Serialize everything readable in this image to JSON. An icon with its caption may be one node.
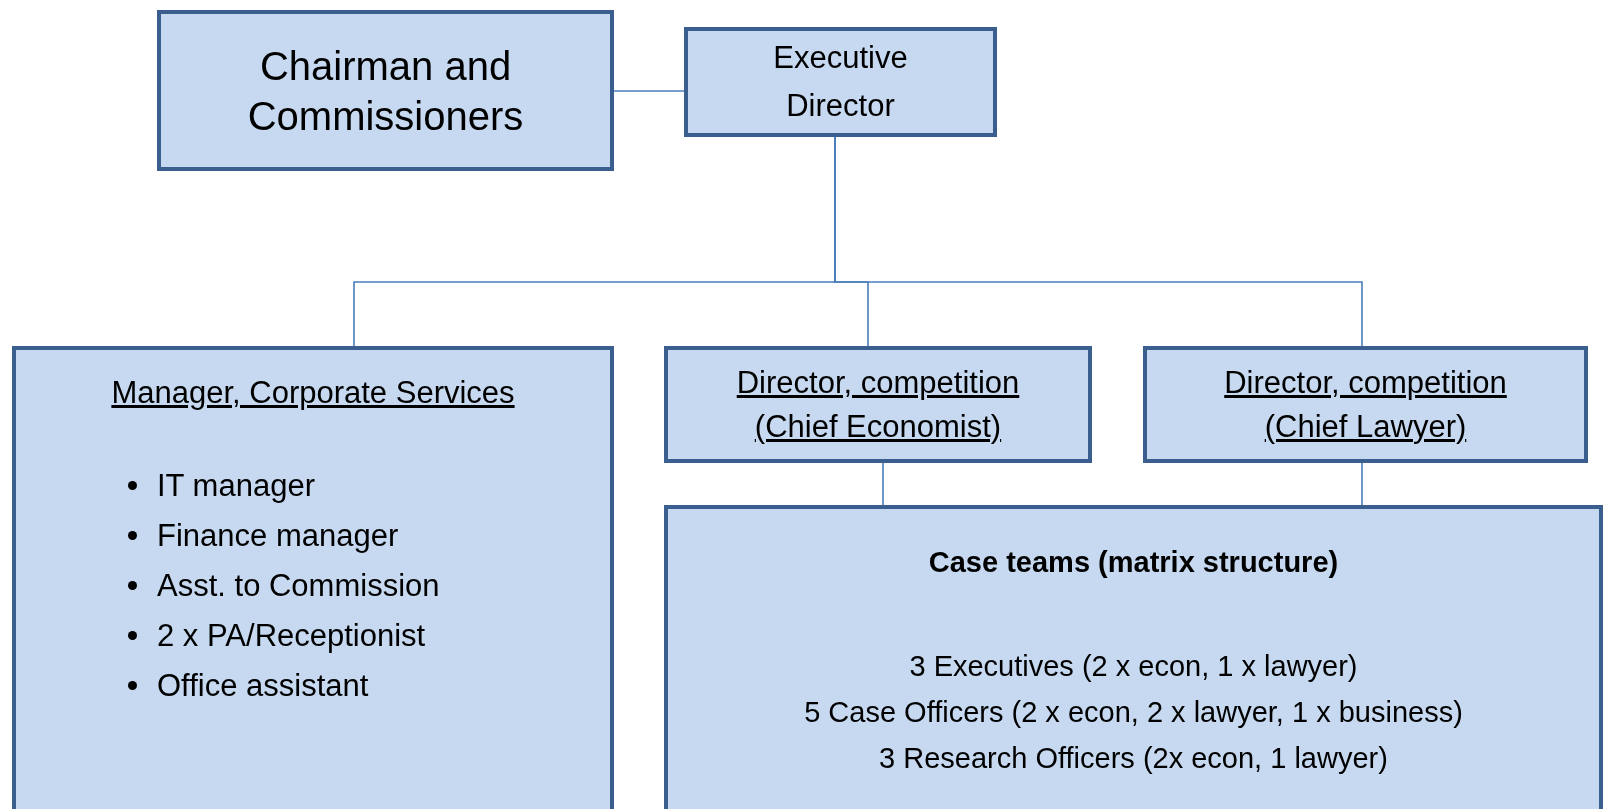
{
  "diagram": {
    "nodes": [
      {
        "text": [
          "Chairman and Commissioners"
        ]
      },
      {
        "text": [
          "Executive Director"
        ]
      },
      {
        "text": [
          "Manager, Corporate Services",
          "IT manager",
          "Finance manager",
          "Asst. to Commission",
          "2 x PA/Receptionist",
          "Office assistant"
        ]
      },
      {
        "text": [
          "Director, competition (Chief Economist)"
        ]
      },
      {
        "text": [
          "Director, competition (Chief Lawyer)"
        ]
      },
      {
        "text": [
          "Case teams (matrix structure)",
          "3 Executives (2 x econ, 1 x lawyer)",
          "5 Case Officers (2 x econ, 2 x lawyer, 1 x business)",
          "3 Research Officers (2x econ, 1 lawyer)"
        ]
      }
    ],
    "edges": [
      {
        "from": 0,
        "to": 1,
        "arrow": "none"
      },
      {
        "from": 1,
        "to": 2,
        "arrow": "none"
      },
      {
        "from": 1,
        "to": 3,
        "arrow": "none"
      },
      {
        "from": 1,
        "to": 4,
        "arrow": "none"
      },
      {
        "from": 3,
        "to": 5,
        "arrow": "none"
      },
      {
        "from": 4,
        "to": 5,
        "arrow": "none"
      }
    ]
  }
}
